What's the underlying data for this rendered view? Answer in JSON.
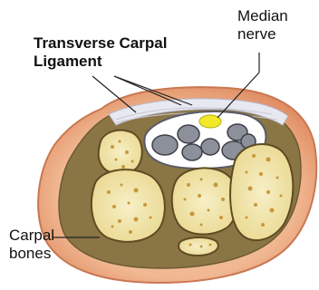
{
  "labels": {
    "ligament": [
      "Transverse Carpal",
      "Ligament"
    ],
    "median": [
      "Median",
      "nerve"
    ],
    "bones": [
      "Carpal",
      "bones"
    ]
  },
  "colors": {
    "skin_outer": "#e9a27a",
    "skin_inner": "#f3c7a8",
    "tissue": "#7d6b43",
    "bone_fill": "#f2e6b4",
    "bone_pore": "#c79a3a",
    "tendon": "#8a8f99",
    "nerve": "#f2ea28",
    "ligament": "#e6e6ef"
  }
}
